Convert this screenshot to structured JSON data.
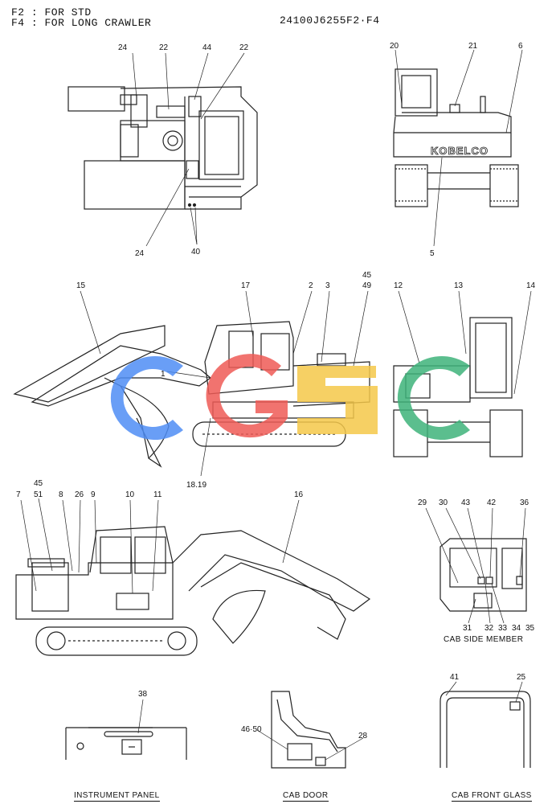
{
  "header": {
    "line1": "F2 : FOR STD",
    "line2": "F4 : FOR LONG CRAWLER",
    "part_number": "24100J6255F2·F4"
  },
  "rear_view": {
    "brand": "KOBELCO"
  },
  "watermark": {
    "letters": [
      "C",
      "G",
      "S",
      "C"
    ],
    "colors": [
      "#4f8df5",
      "#ef5b56",
      "#f5c84a",
      "#3eb37a"
    ]
  },
  "captions": {
    "cab_side_member": "CAB SIDE MEMBER",
    "instrument_panel": "INSTRUMENT PANEL",
    "cab_door": "CAB DOOR",
    "cab_front_glass": "CAB FRONT GLASS"
  },
  "callouts": {
    "top_view": [
      "24",
      "22",
      "44",
      "22",
      "24",
      "40"
    ],
    "rear_view": [
      "20",
      "21",
      "6",
      "5"
    ],
    "left_side": [
      "15",
      "17",
      "2",
      "3",
      "45",
      "49",
      "1",
      "18.19"
    ],
    "front_view": [
      "12",
      "13",
      "14"
    ],
    "right_side": [
      "45",
      "51",
      "7",
      "8",
      "26",
      "9",
      "10",
      "11",
      "16"
    ],
    "cab_side_member": [
      "29",
      "30",
      "43",
      "42",
      "36",
      "31",
      "32",
      "33",
      "34",
      "35"
    ],
    "instrument_panel": [
      "38"
    ],
    "cab_door": [
      "46·50",
      "28"
    ],
    "cab_front_glass": [
      "41",
      "25"
    ]
  }
}
